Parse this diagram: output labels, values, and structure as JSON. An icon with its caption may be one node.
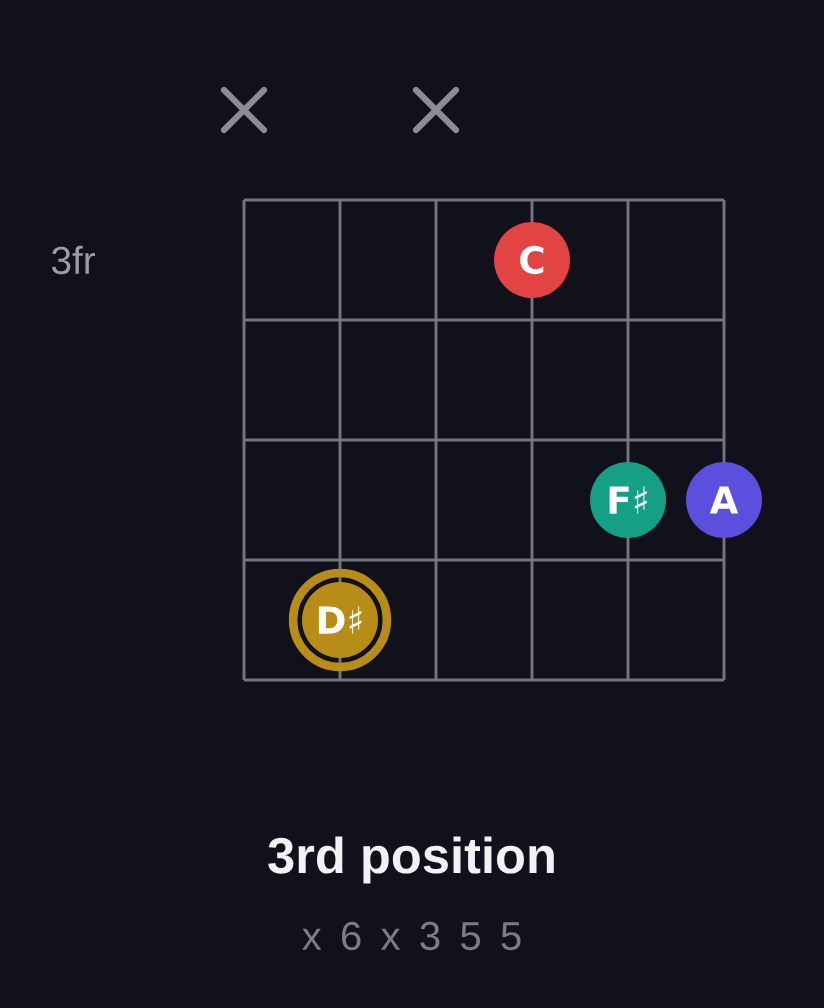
{
  "diagram": {
    "title": "3rd position",
    "nodes": [
      {
        "text": [
          "C"
        ]
      },
      {
        "text": [
          "F♯"
        ]
      },
      {
        "text": [
          "A"
        ]
      },
      {
        "text": [
          "D♯"
        ]
      }
    ],
    "labels": [
      "3fr",
      "x 6 x 3 5 5"
    ]
  }
}
